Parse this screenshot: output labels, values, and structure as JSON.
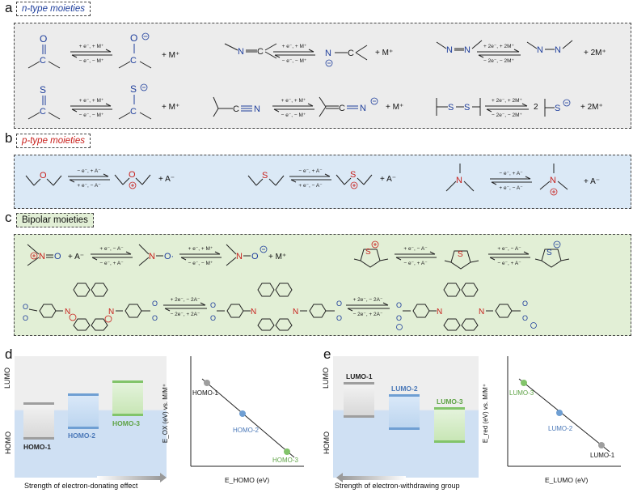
{
  "panel_labels": {
    "a": "a",
    "b": "b",
    "c": "c",
    "d": "d",
    "e": "e"
  },
  "section_a": {
    "title": "n-type moieties",
    "ion_M": "+ M⁺",
    "ion_2M": "+ 2M⁺",
    "two": "2",
    "eq1_fwd": "+ e⁻, + M⁺",
    "eq1_back": "− e⁻, − M⁺",
    "eq2_fwd": "+ 2e⁻, + 2M⁺",
    "eq2_back": "− 2e⁻, − 2M⁺"
  },
  "section_b": {
    "title": "p-type moieties",
    "ion_A": "+ A⁻",
    "eq_fwd": "− e⁻, + A⁻",
    "eq_back": "+ e⁻, − A⁻"
  },
  "section_c": {
    "title": "Bipolar moieties",
    "ion_A": "+ A⁻",
    "ion_M": "+ M⁺",
    "eq_a_fwd": "+ e⁻, − A⁻",
    "eq_a_back": "− e⁻, + A⁻",
    "eq_m_fwd": "+ e⁻, + M⁺",
    "eq_m_back": "− e⁻, − M⁺",
    "eq_2a_fwd": "+ 2e⁻, − 2A⁻",
    "eq_2a_back": "− 2e⁻, + 2A⁻"
  },
  "panel_d": {
    "lumo": "LUMO",
    "homo": "HOMO",
    "homo1": "HOMO-1",
    "homo2": "HOMO-2",
    "homo3": "HOMO-3",
    "caption": "Strength of electron-donating effect",
    "y_axis": "E_OX (eV) vs. M/M⁺",
    "x_axis": "E_HOMO (eV)"
  },
  "panel_e": {
    "lumo": "LUMO",
    "homo": "HOMO",
    "lumo1": "LUMO-1",
    "lumo2": "LUMO-2",
    "lumo3": "LUMO-3",
    "caption": "Strength of electron-withdrawing group",
    "y_axis": "E_red (eV) vs. M/M⁺",
    "x_axis": "E_LUMO (eV)"
  },
  "colors": {
    "n_box": "#ececec",
    "p_box": "#dbe9f6",
    "bi_box": "#e2efd6",
    "n_atom": "#1f3f9c",
    "p_atom": "#c8201c",
    "level1": "#9e9e9e",
    "level2": "#6f9fd3",
    "level3": "#82c46a"
  }
}
